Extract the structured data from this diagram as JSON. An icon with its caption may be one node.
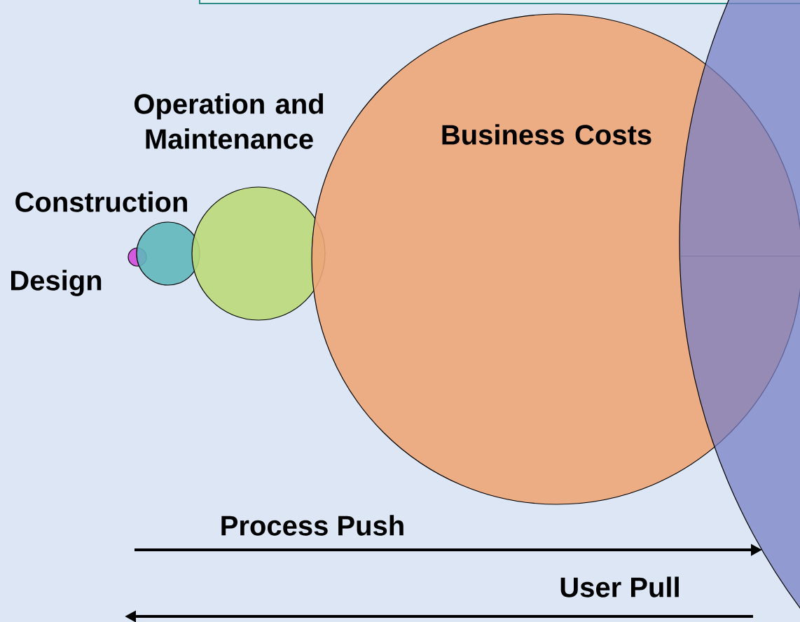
{
  "diagram": {
    "nodes": [
      {
        "text": [],
        "shape": "box"
      },
      {
        "text": [],
        "shape": "circle",
        "beside": [
          "Design"
        ]
      },
      {
        "text": [],
        "shape": "circle",
        "beside": [
          "Construction"
        ]
      },
      {
        "text": [],
        "shape": "circle"
      },
      {
        "text": [
          "Business Costs"
        ]
      },
      {
        "text": [],
        "shape": "circle"
      }
    ],
    "labels": [
      "Operation and Maintenance",
      "Process Push",
      "User Pull"
    ]
  }
}
